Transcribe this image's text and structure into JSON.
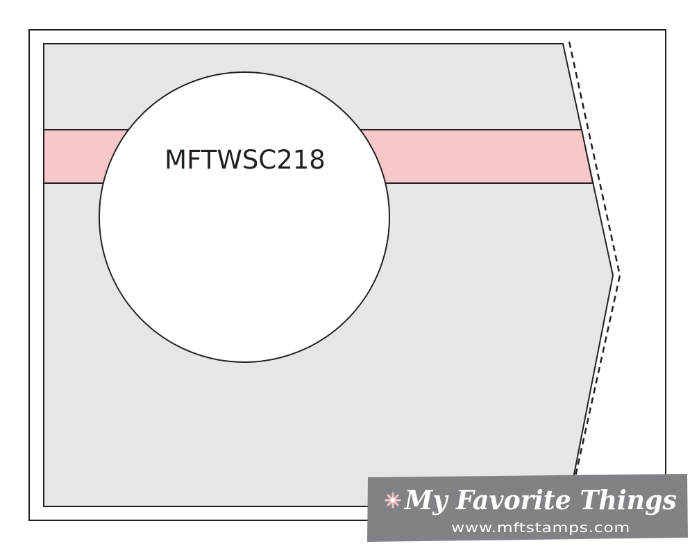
{
  "sketch": {
    "code": "MFTWSC218",
    "colors": {
      "card_border": "#231f20",
      "panel_fill": "#e6e6e8",
      "strip_fill": "#f7c8ca",
      "circle_fill": "#ffffff",
      "logo_background": "#808285",
      "logo_text": "#ffffff"
    }
  },
  "logo": {
    "brand": "My Favorite Things",
    "url": "www.mftstamps.com",
    "icon": "flower-icon"
  }
}
